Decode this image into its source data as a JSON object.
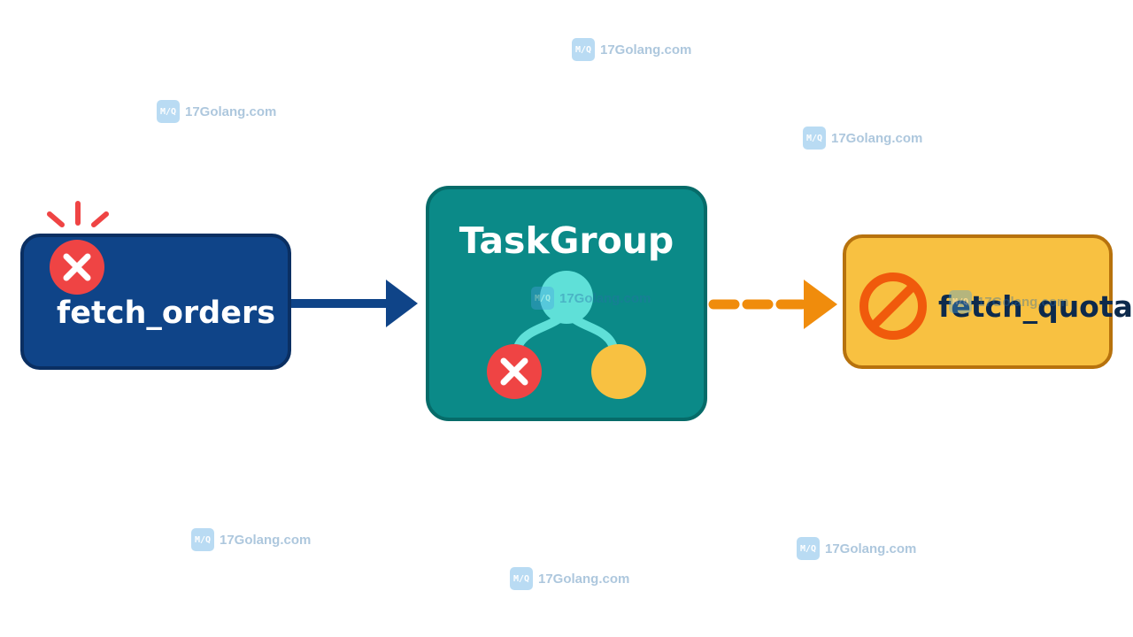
{
  "nodes": {
    "fetch_orders": {
      "label": "fetch_orders",
      "status": "failed",
      "color": "#0f4488"
    },
    "taskgroup": {
      "label": "TaskGroup",
      "color": "#0b8a88"
    },
    "fetch_quota": {
      "label": "fetch_quota",
      "status": "cancelled",
      "color": "#f8c141"
    }
  },
  "edges": [
    {
      "from": "fetch_orders",
      "to": "taskgroup",
      "style": "solid",
      "color": "#0f4488"
    },
    {
      "from": "taskgroup",
      "to": "fetch_quota",
      "style": "dashed",
      "color": "#f08c0c"
    }
  ],
  "icons": {
    "error": "x-circle-icon",
    "cancelled": "prohibited-icon",
    "alert": "alert-burst-icon"
  },
  "watermark": {
    "text": "17Golang.com",
    "logo_text": "M/Q"
  }
}
